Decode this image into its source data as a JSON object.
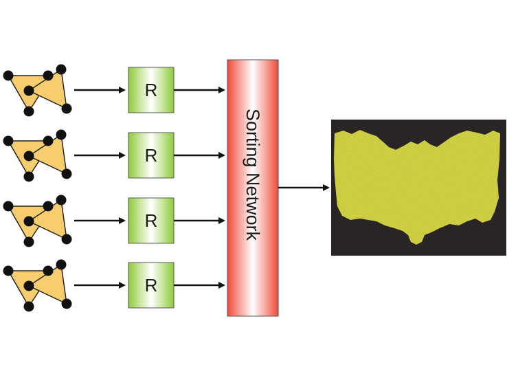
{
  "diagram": {
    "renderer_label": "R",
    "sorting_network_label": "Sorting Network",
    "colors": {
      "triangle_fill": "#f7cd6d",
      "vertex": "#111111",
      "renderer_fill_edge": "#8fcc3a",
      "renderer_fill_center": "#ffffff",
      "sorting_fill_edge": "#ef4b3a",
      "sorting_fill_center": "#ffffff",
      "output_bg": "#2a2525",
      "output_fill": "#c8c836",
      "arrow": "#111111"
    },
    "row_count": 4
  }
}
